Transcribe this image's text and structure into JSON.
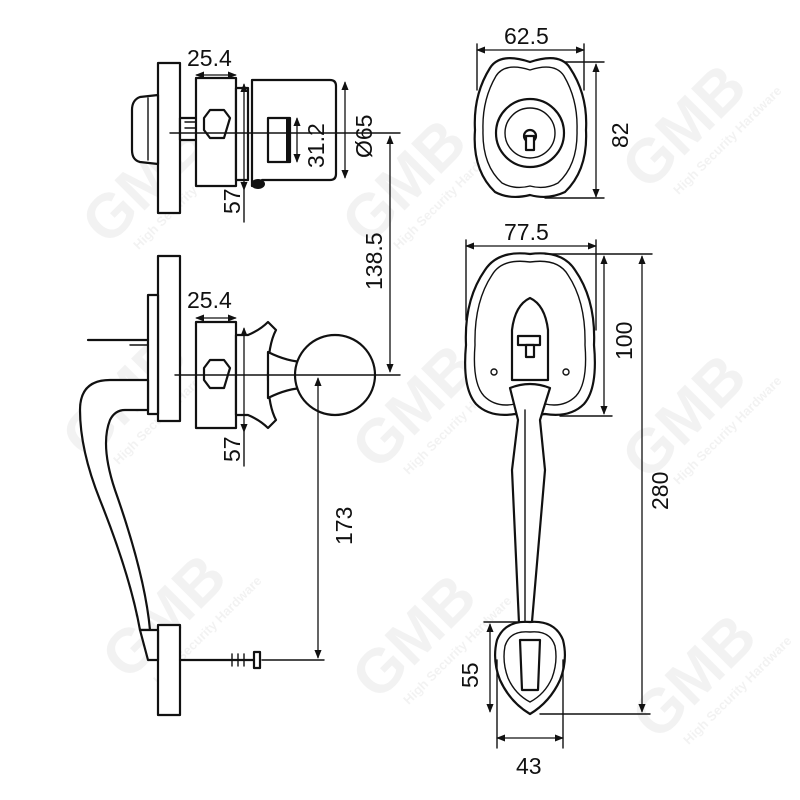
{
  "watermark": {
    "brand": "GMB",
    "tagline": "High Security Hardware"
  },
  "dimensions": {
    "deadbolt_side": {
      "backset_width": "25.4",
      "bolt_height": "31.2",
      "cylinder_diameter": "Ø65",
      "spacing": "57"
    },
    "knob_side": {
      "backset_width": "25.4",
      "spacing": "57",
      "knob_to_grip": "173"
    },
    "centers_distance": "138.5",
    "deadbolt_front": {
      "width": "62.5",
      "height": "82"
    },
    "handleset_front": {
      "width": "77.5",
      "top_plate_height": "100",
      "total_height": "280",
      "bottom_height": "55",
      "bottom_width": "43"
    }
  },
  "colors": {
    "line": "#111111",
    "background": "#ffffff"
  }
}
